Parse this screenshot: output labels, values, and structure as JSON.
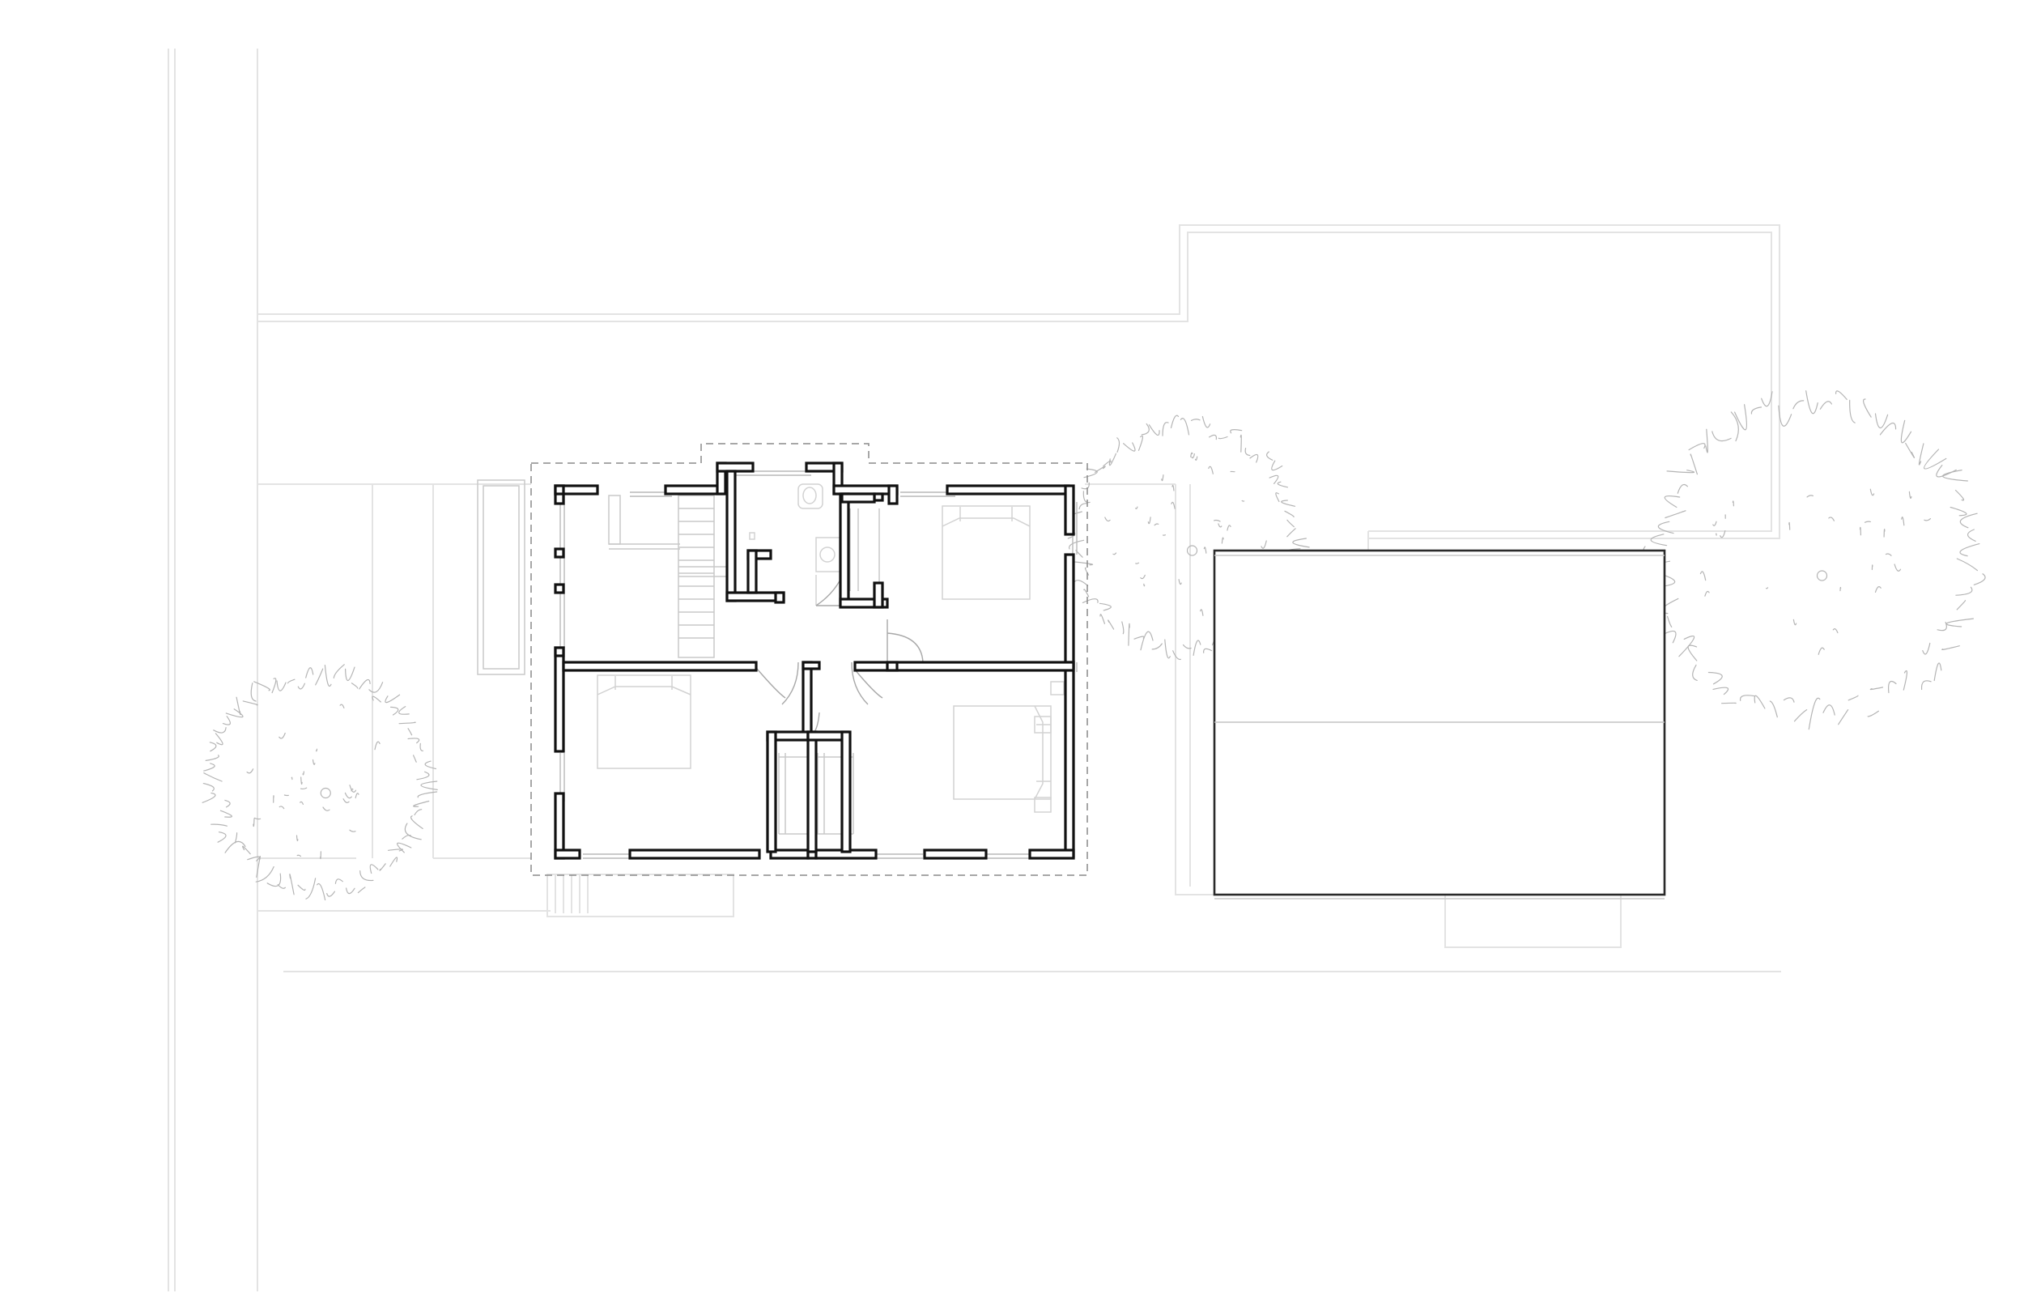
{
  "palette": {
    "background": "#ffffff",
    "wall": "#111111",
    "site_line": "#e3e3e3",
    "furniture_line": "#d2d2d2",
    "outline_dash": "#8a8a8a",
    "garage_line": "#2a2a2a",
    "tree_line": "#b4b4b4"
  },
  "plan": {
    "drawing_type": "floor plan",
    "rooms": [
      {
        "id": "stair-hall"
      },
      {
        "id": "bathroom"
      },
      {
        "id": "closet-north"
      },
      {
        "id": "bedroom-northeast"
      },
      {
        "id": "bedroom-southwest"
      },
      {
        "id": "closet-south-west"
      },
      {
        "id": "closet-south-east"
      },
      {
        "id": "bedroom-southeast"
      },
      {
        "id": "landing"
      }
    ],
    "outbuilding": {
      "id": "garage-roof"
    },
    "trees": [
      {
        "id": "tree-west"
      },
      {
        "id": "tree-north"
      },
      {
        "id": "tree-east"
      }
    ]
  }
}
